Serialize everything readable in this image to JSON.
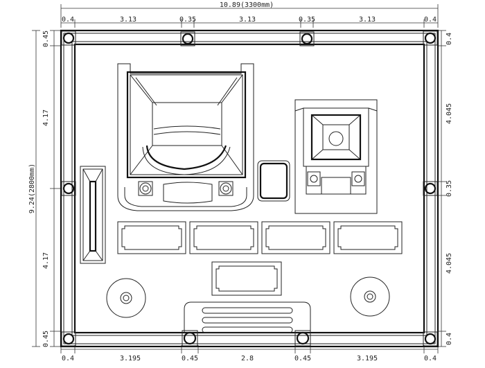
{
  "dimensions": {
    "overall_width": "10.89(3300mm)",
    "overall_depth": "9.24(2800mm)",
    "top_segments": [
      "0.4",
      "3.13",
      "0.35",
      "3.13",
      "0.35",
      "3.13",
      "0.4"
    ],
    "bottom_segments": [
      "0.4",
      "3.195",
      "0.45",
      "2.8",
      "0.45",
      "3.195",
      "0.4"
    ],
    "left_segments": [
      "0.45",
      "4.17",
      "4.17",
      "0.45"
    ],
    "right_segments": [
      "0.4",
      "4.045",
      "0.35",
      "4.045",
      "0.4"
    ]
  }
}
